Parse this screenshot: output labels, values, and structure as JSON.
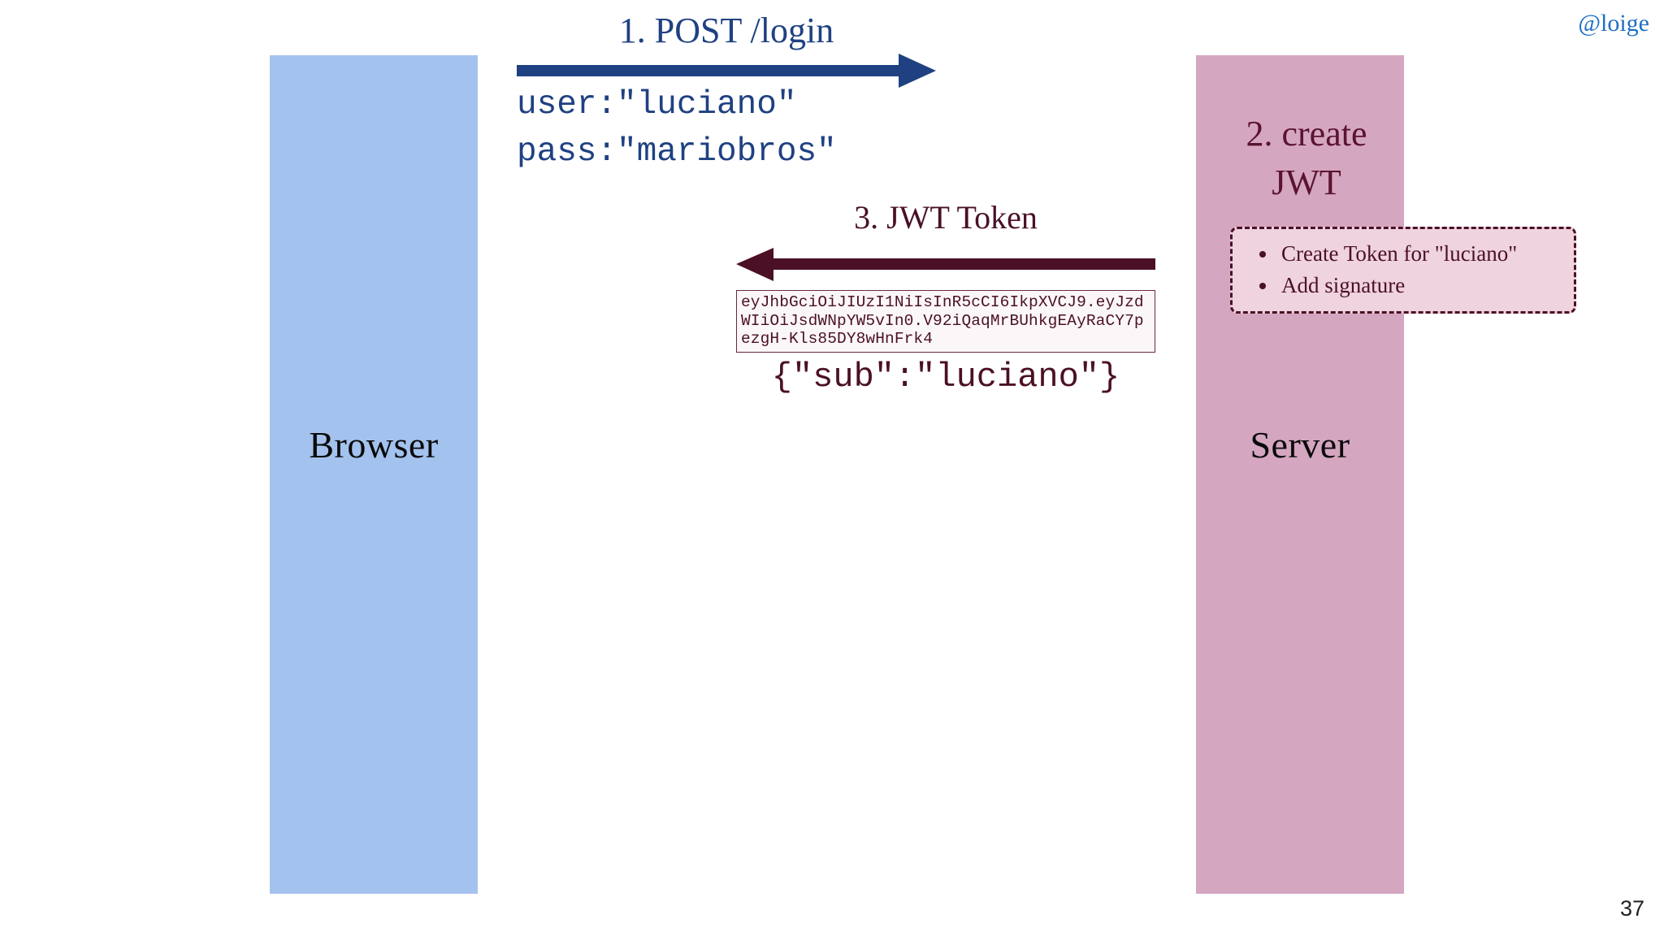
{
  "slide": {
    "handle": "@loige",
    "page_number": "37"
  },
  "colors": {
    "browser_column": "#a4c2ee",
    "server_column": "#d5a6c0",
    "request_accent": "#1f4182",
    "response_accent": "#4b1026",
    "note_fill": "#efd3df",
    "handle": "#1f6fc4"
  },
  "lifelines": {
    "browser": {
      "label": "Browser"
    },
    "server": {
      "label": "Server"
    }
  },
  "steps": {
    "step1": {
      "label": "1. POST /login",
      "payload": "user:\"luciano\"\npass:\"mariobros\""
    },
    "step2": {
      "label": "2. create\nJWT",
      "actions": [
        "Create Token for \"luciano\"",
        "Add signature"
      ]
    },
    "step3": {
      "label": "3. JWT Token",
      "token": "eyJhbGciOiJIUzI1NiIsInR5cCI6IkpXVCJ9.eyJzdWIiOiJsdWNpYW5vIn0.V92iQaqMrBUhkgEAyRaCY7pezgH-Kls85DY8wHnFrk4",
      "decoded_payload": "{\"sub\":\"luciano\"}"
    }
  }
}
